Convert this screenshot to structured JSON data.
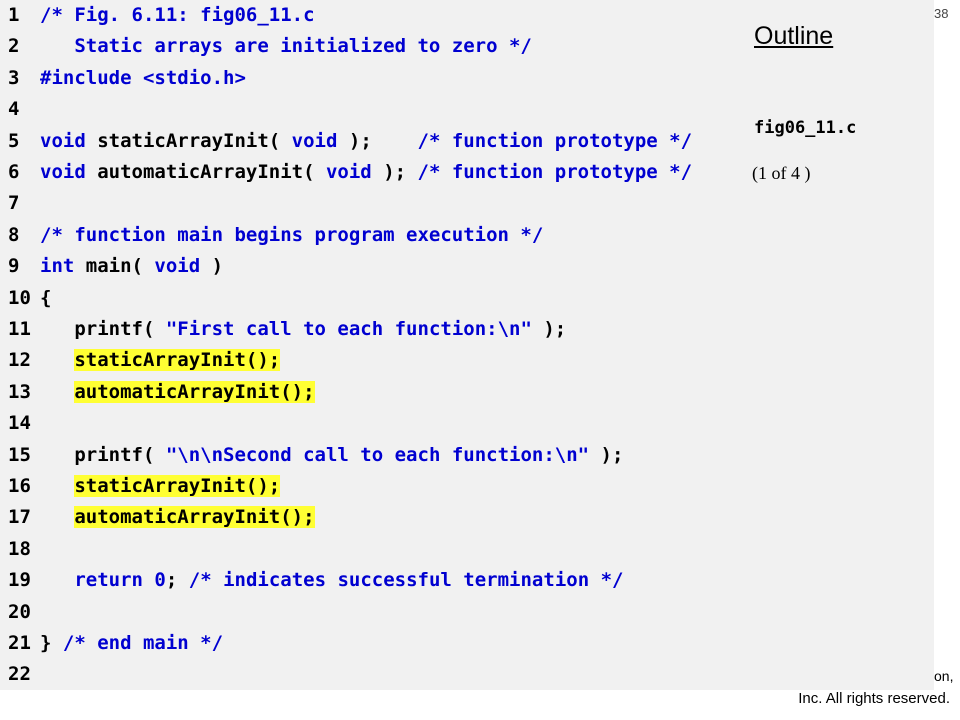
{
  "slide": {
    "page_number": "38",
    "outline_title": "Outline",
    "file_label": "fig06_11.c",
    "page_of": "(1 of 4 )",
    "copyright_line1": "on,",
    "copyright_line2": "Inc.  All rights reserved."
  },
  "code": {
    "lines": [
      {
        "n": "1",
        "tokens": [
          [
            "cm",
            "/* Fig. 6.11: fig06_11.c"
          ]
        ]
      },
      {
        "n": "2",
        "tokens": [
          [
            "cm",
            "   Static arrays are initialized to zero */"
          ]
        ]
      },
      {
        "n": "3",
        "tokens": [
          [
            "pp",
            "#include <stdio.h>"
          ]
        ]
      },
      {
        "n": "4",
        "tokens": []
      },
      {
        "n": "5",
        "tokens": [
          [
            "kw",
            "void"
          ],
          [
            "pl",
            " staticArrayInit( "
          ],
          [
            "kw",
            "void"
          ],
          [
            "pl",
            " );    "
          ],
          [
            "cm",
            "/* function prototype */"
          ]
        ]
      },
      {
        "n": "6",
        "tokens": [
          [
            "kw",
            "void"
          ],
          [
            "pl",
            " automaticArrayInit( "
          ],
          [
            "kw",
            "void"
          ],
          [
            "pl",
            " ); "
          ],
          [
            "cm",
            "/* function prototype */"
          ]
        ]
      },
      {
        "n": "7",
        "tokens": []
      },
      {
        "n": "8",
        "tokens": [
          [
            "cm",
            "/* function main begins program execution */"
          ]
        ]
      },
      {
        "n": "9",
        "tokens": [
          [
            "kw",
            "int"
          ],
          [
            "pl",
            " main( "
          ],
          [
            "kw",
            "void"
          ],
          [
            "pl",
            " )"
          ]
        ]
      },
      {
        "n": "10",
        "tokens": [
          [
            "pl",
            "{"
          ]
        ]
      },
      {
        "n": "11",
        "tokens": [
          [
            "pl",
            "   printf( "
          ],
          [
            "str",
            "\"First call to each function:\\n\""
          ],
          [
            "pl",
            " );"
          ]
        ]
      },
      {
        "n": "12",
        "tokens": [
          [
            "pl",
            "   "
          ],
          [
            "hl",
            "staticArrayInit();"
          ]
        ]
      },
      {
        "n": "13",
        "tokens": [
          [
            "pl",
            "   "
          ],
          [
            "hl",
            "automaticArrayInit();"
          ]
        ]
      },
      {
        "n": "14",
        "tokens": []
      },
      {
        "n": "15",
        "tokens": [
          [
            "pl",
            "   printf( "
          ],
          [
            "str",
            "\"\\n\\nSecond call to each function:\\n\""
          ],
          [
            "pl",
            " );"
          ]
        ]
      },
      {
        "n": "16",
        "tokens": [
          [
            "pl",
            "   "
          ],
          [
            "hl",
            "staticArrayInit();"
          ]
        ]
      },
      {
        "n": "17",
        "tokens": [
          [
            "pl",
            "   "
          ],
          [
            "hl",
            "automaticArrayInit();"
          ]
        ]
      },
      {
        "n": "18",
        "tokens": []
      },
      {
        "n": "19",
        "tokens": [
          [
            "pl",
            "   "
          ],
          [
            "kw",
            "return"
          ],
          [
            "pl",
            " "
          ],
          [
            "num",
            "0"
          ],
          [
            "pl",
            "; "
          ],
          [
            "cm",
            "/* indicates successful termination */"
          ]
        ]
      },
      {
        "n": "20",
        "tokens": []
      },
      {
        "n": "21",
        "tokens": [
          [
            "pl",
            "} "
          ],
          [
            "cm",
            "/* end main */"
          ]
        ]
      },
      {
        "n": "22",
        "tokens": []
      }
    ]
  }
}
